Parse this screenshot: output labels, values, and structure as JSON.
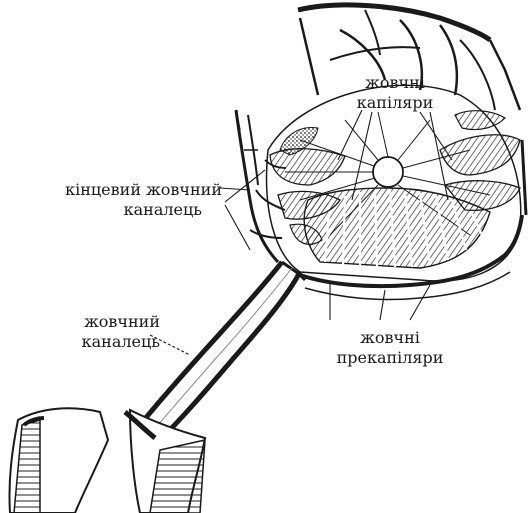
{
  "labels": {
    "bile_capillaries": [
      "жовчні",
      "капіляри"
    ],
    "terminal_duct": [
      "кінцевий жовчний",
      "каналець"
    ],
    "bile_duct": [
      "жовчний",
      "каналець"
    ],
    "precapillaries": [
      "жовчні",
      "прекапіляри"
    ]
  },
  "colors": {
    "ink": "#1a1a1a",
    "background": "#ffffff"
  }
}
